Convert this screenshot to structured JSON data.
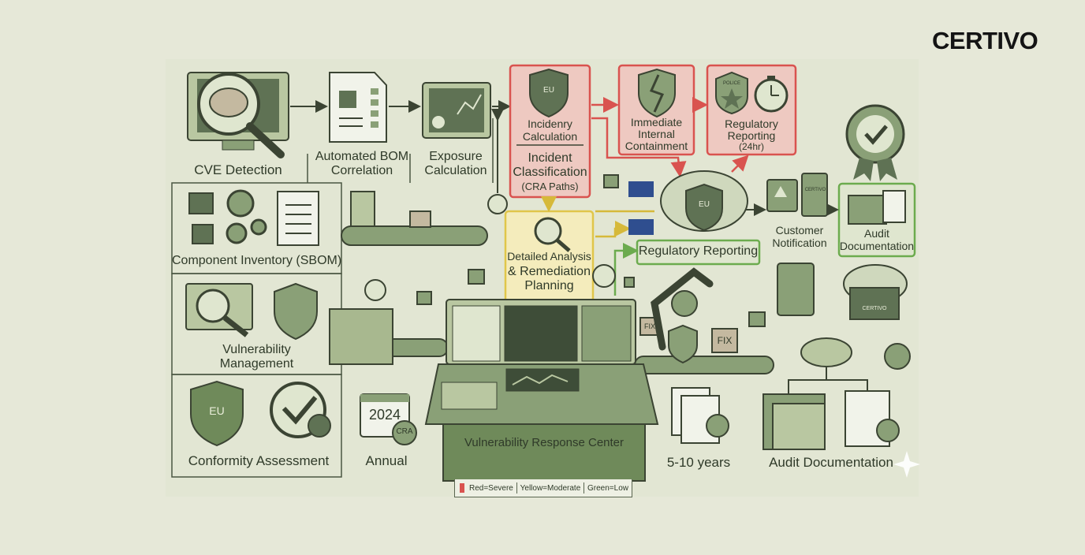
{
  "brand": {
    "logo": "CERTIVO"
  },
  "steps": {
    "cve_detection": "CVE Detection",
    "bom_line1": "Automated BOM",
    "bom_line2": "Correlation",
    "exposure_line1": "Exposure",
    "exposure_line2": "Calculation",
    "incidency_line1": "Incidenry",
    "incidency_line2": "Calculation",
    "classification_line1": "Incident",
    "classification_line2": "Classification",
    "classification_line3": "(CRA Paths)",
    "containment_line1": "Immediate",
    "containment_line2": "Internal",
    "containment_line3": "Containment",
    "reg24_line1": "Regulatory",
    "reg24_line2": "Reporting",
    "reg24_line3": "(24hr)",
    "regulatory_reporting": "Regulatory Reporting",
    "customer_line1": "Customer",
    "customer_line2": "Notification",
    "audit_doc_line1": "Audit",
    "audit_doc_line2": "Documentation",
    "analysis_line1": "Detailed Analysis",
    "analysis_line2": "& Remediation",
    "analysis_line3": "Planning"
  },
  "left_panels": {
    "sbom": "Component Inventory (SBOM)",
    "vuln_line1": "Vulnerability",
    "vuln_line2": "Management",
    "conformity": "Conformity Assessment"
  },
  "bottom": {
    "year": "2024",
    "cra": "CRA",
    "annual": "Annual",
    "center": "Vulnerability Response Center",
    "retention": "5-10 years",
    "audit_documentation": "Audit Documentation"
  },
  "badges": {
    "eu": "EU",
    "police": "POLICE",
    "fix": "FIX",
    "certivo_small": "CERTIVO"
  },
  "legend": {
    "red": "Red=Severe",
    "yellow": "Yellow=Moderate",
    "green": "Green=Low"
  },
  "colors": {
    "background": "#e6e8d8",
    "severe": "#d9534f",
    "moderate": "#e8d36a",
    "low": "#6cab4e",
    "ink": "#2f3a29",
    "panel": "#dfe6cf"
  }
}
